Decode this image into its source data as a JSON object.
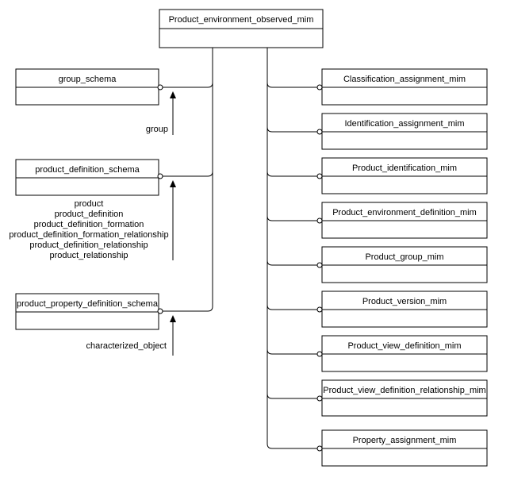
{
  "main_schema": {
    "label": "Product_environment_observed_mim"
  },
  "left_schemas": [
    {
      "label": "group_schema",
      "imports": [
        "group"
      ]
    },
    {
      "label": "product_definition_schema",
      "imports": [
        "product",
        "product_definition",
        "product_definition_formation",
        "product_definition_formation_relationship",
        "product_definition_relationship",
        "product_relationship"
      ]
    },
    {
      "label": "product_property_definition_schema",
      "imports": [
        "characterized_object"
      ]
    }
  ],
  "right_schemas": [
    "Classification_assignment_mim",
    "Identification_assignment_mim",
    "Product_identification_mim",
    "Product_environment_definition_mim",
    "Product_group_mim",
    "Product_version_mim",
    "Product_view_definition_mim",
    "Product_view_definition_relationship_mim",
    "Property_assignment_mim"
  ]
}
